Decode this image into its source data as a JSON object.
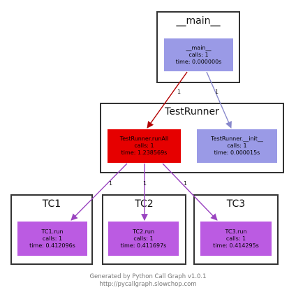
{
  "colors": {
    "blue_node": "#9a9ae6",
    "red_node": "#e60000",
    "purple_node": "#bb5be2",
    "edge_red": "#b30000",
    "edge_blue": "#8888cc",
    "edge_purple": "#9a44c0",
    "cluster_border": "#333333"
  },
  "clusters": {
    "main": {
      "title": "__main__"
    },
    "testrunner": {
      "title": "TestRunner"
    },
    "tc1": {
      "title": "TC1"
    },
    "tc2": {
      "title": "TC2"
    },
    "tc3": {
      "title": "TC3"
    }
  },
  "nodes": {
    "main": {
      "name": "__main__",
      "calls": "calls: 1",
      "time": "time: 0.000000s"
    },
    "runall": {
      "name": "TestRunner.runAll",
      "calls": "calls: 1",
      "time": "time: 1.238569s"
    },
    "init": {
      "name": "TestRunner.__init__",
      "calls": "calls: 1",
      "time": "time: 0.000015s"
    },
    "tc1": {
      "name": "TC1.run",
      "calls": "calls: 1",
      "time": "time: 0.412096s"
    },
    "tc2": {
      "name": "TC2.run",
      "calls": "calls: 1",
      "time": "time: 0.411697s"
    },
    "tc3": {
      "name": "TC3.run",
      "calls": "calls: 1",
      "time": "time: 0.414295s"
    }
  },
  "edges": [
    {
      "from": "main",
      "to": "runall",
      "label": "1"
    },
    {
      "from": "main",
      "to": "init",
      "label": "1"
    },
    {
      "from": "runall",
      "to": "tc1",
      "label": "1"
    },
    {
      "from": "runall",
      "to": "tc2",
      "label": "1"
    },
    {
      "from": "runall",
      "to": "tc3",
      "label": "1"
    }
  ],
  "footer": {
    "line1": "Generated by Python Call Graph v1.0.1",
    "line2": "http://pycallgraph.slowchop.com"
  }
}
